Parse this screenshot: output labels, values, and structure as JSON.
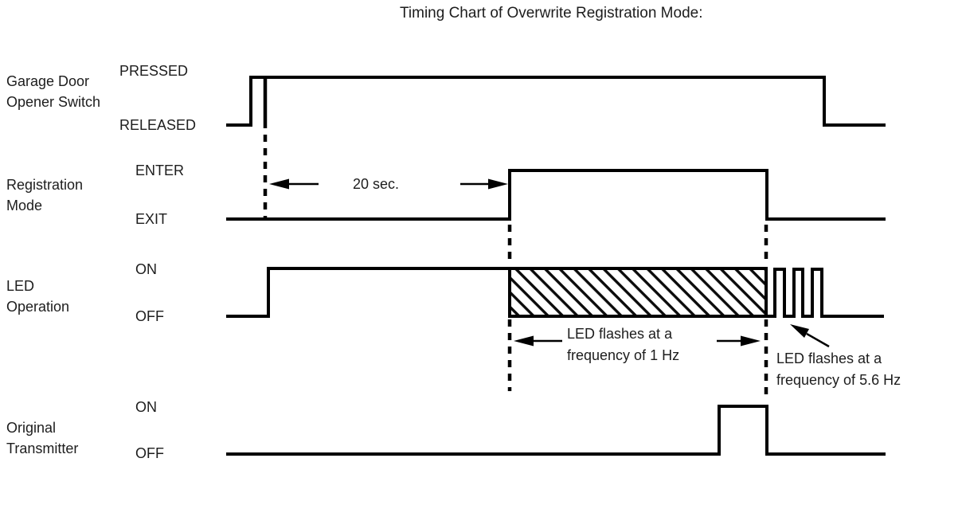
{
  "title": "Timing Chart of Overwrite Registration Mode:",
  "signals": [
    {
      "name": "Garage Door Opener Switch",
      "name_lines": [
        "Garage Door",
        "Opener Switch"
      ],
      "high_label": "PRESSED",
      "low_label": "RELEASED",
      "levels_sequence": [
        "RELEASED",
        "PRESSED",
        "RELEASED"
      ]
    },
    {
      "name": "Registration Mode",
      "name_lines": [
        "Registration",
        "Mode"
      ],
      "high_label": "ENTER",
      "low_label": "EXIT",
      "levels_sequence": [
        "EXIT",
        "ENTER",
        "EXIT"
      ]
    },
    {
      "name": "LED Operation",
      "name_lines": [
        "LED",
        "Operation"
      ],
      "high_label": "ON",
      "low_label": "OFF",
      "levels_sequence": [
        "OFF",
        "ON",
        "flashing 1 Hz (hatched)",
        "flashing 5.6 Hz (3 pulses)",
        "OFF"
      ]
    },
    {
      "name": "Original Transmitter",
      "name_lines": [
        "Original",
        "Transmitter"
      ],
      "high_label": "ON",
      "low_label": "OFF",
      "levels_sequence": [
        "OFF",
        "ON",
        "OFF"
      ]
    }
  ],
  "annotations": {
    "interval": "20 sec.",
    "flash_1hz": [
      "LED flashes at a",
      "frequency of 1 Hz"
    ],
    "flash_56hz": [
      "LED flashes at a",
      "frequency of 5.6 Hz"
    ]
  },
  "colors": {
    "line": "#000000",
    "text": "#1d1d1d",
    "background": "#ffffff"
  }
}
